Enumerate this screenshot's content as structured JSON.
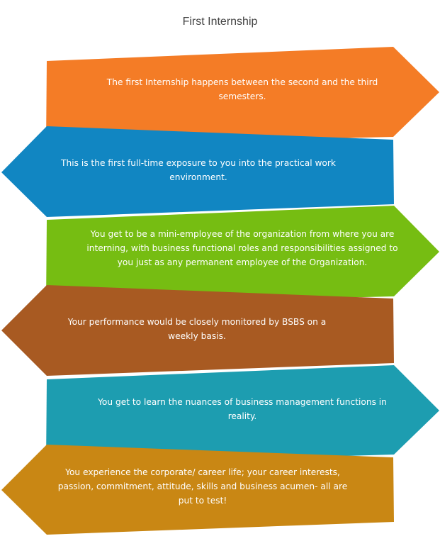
{
  "title": "First Internship",
  "steps": [
    {
      "text": "The first Internship happens between the second and the third semesters.",
      "color": "#f47c26",
      "direction": "right"
    },
    {
      "text": "This is the first full-time exposure to you into the practical work environment.",
      "color": "#1186c2",
      "direction": "left"
    },
    {
      "text": "You get to be a mini-employee of the organization from where you are interning, with business functional roles and responsibilities assigned to you just as any permanent employee of the Organization.",
      "color": "#76bd12",
      "direction": "right"
    },
    {
      "text": "Your performance would be closely monitored by BSBS on a weekly basis.",
      "color": "#a85a22",
      "direction": "left"
    },
    {
      "text": "You get to learn the nuances of business management functions in reality.",
      "color": "#1d9db0",
      "direction": "right"
    },
    {
      "text": "You experience the corporate/ career life; your career interests, passion, commitment, attitude, skills and business acumen- all are put to test!",
      "color": "#c98714",
      "direction": "left"
    }
  ]
}
